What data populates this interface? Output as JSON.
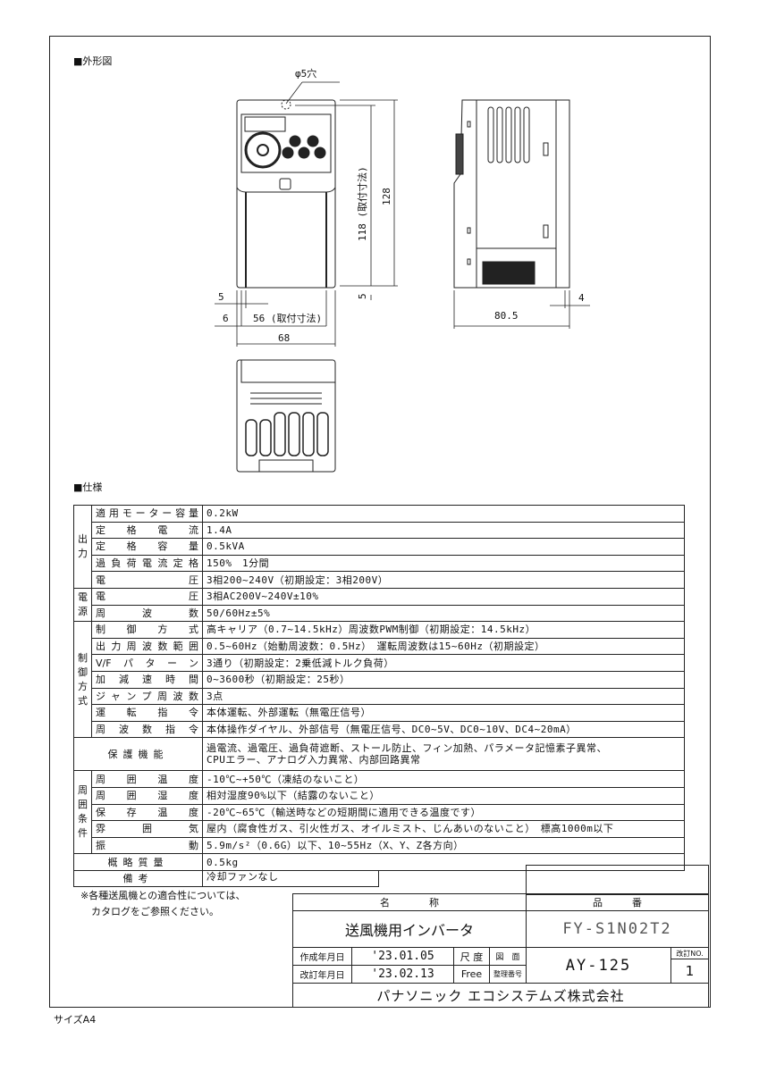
{
  "outline": {
    "heading": "■外形図",
    "hole_label": "φ5穴",
    "dims": {
      "d5_left": "5",
      "d6": "6",
      "d56": "56 (取付寸法)",
      "d68": "68",
      "d118": "118 (取付寸法)",
      "d128": "128",
      "d5_bottom": "5",
      "d80_5": "80.5",
      "d4": "4"
    }
  },
  "specs": {
    "heading": "■仕様",
    "groups": [
      {
        "label": "出力",
        "rows": [
          {
            "label": "適用モーター容量",
            "value": "0.2kW"
          },
          {
            "label": "定格電流",
            "value": "1.4A"
          },
          {
            "label": "定格容量",
            "value": "0.5kVA"
          },
          {
            "label": "過負荷電流定格",
            "value": "150%　1分間"
          },
          {
            "label": "電圧",
            "value": "3相200~240V（初期設定：3相200V）"
          }
        ]
      },
      {
        "label": "電源",
        "rows": [
          {
            "label": "電圧",
            "value": "3相AC200V~240V±10%"
          },
          {
            "label": "周波数",
            "value": "50/60Hz±5%"
          }
        ]
      },
      {
        "label": "制御方式",
        "rows": [
          {
            "label": "制御方式",
            "value": "高キャリア（0.7~14.5kHz）周波数PWM制御（初期設定：14.5kHz）"
          },
          {
            "label": "出力周波数範囲",
            "value": "0.5~60Hz（始動周波数：0.5Hz）　運転周波数は15~60Hz（初期設定）"
          },
          {
            "label": "V/Fパターン",
            "value": "3通り（初期設定：2乗低減トルク負荷）"
          },
          {
            "label": "加減速時間",
            "value": "0~3600秒（初期設定：25秒）"
          },
          {
            "label": "ジャンプ周波数",
            "value": "3点"
          },
          {
            "label": "運転指令",
            "value": "本体運転、外部運転（無電圧信号）"
          },
          {
            "label": "周波数指令",
            "value": "本体操作ダイヤル、外部信号（無電圧信号、DC0~5V、DC0~10V、DC4~20mA）"
          }
        ]
      },
      {
        "label": "保護機能",
        "value": "過電流、過電圧、過負荷遮断、ストール防止、フィン加熱、パラメータ記憶素子異常、\nCPUエラー、アナログ入力異常、内部回路異常"
      },
      {
        "label": "周囲条件",
        "rows": [
          {
            "label": "周囲温度",
            "value": "-10℃~+50℃（凍結のないこと）"
          },
          {
            "label": "周囲湿度",
            "value": "相対湿度90%以下（結露のないこと）"
          },
          {
            "label": "保存温度",
            "value": "-20℃~65℃（輸送時などの短期間に適用できる温度です）"
          },
          {
            "label": "雰囲気",
            "value": "屋内（腐食性ガス、引火性ガス、オイルミスト、じんあいのないこと）　標高1000m以下"
          },
          {
            "label": "振動",
            "value": "5.9m/s²（0.6G）以下、10~55Hz（X、Y、Z各方向）"
          }
        ]
      },
      {
        "label": "概略質量",
        "value": "0.5kg"
      },
      {
        "label": "備考",
        "value": "冷却ファンなし"
      }
    ]
  },
  "note": {
    "line1": "※各種送風機との適合性については、",
    "line2": "カタログをご参照ください。"
  },
  "title_block": {
    "name_header": "名　　　　称",
    "name": "送風機用インバータ",
    "part_header": "品　　　番",
    "part_number": "FY-S1N02T2",
    "created_label": "作成年月日",
    "created_date": "'23.01.05",
    "revised_label": "改訂年月日",
    "revised_date": "'23.02.13",
    "scale_label": "尺 度",
    "scale_value": "Free",
    "drawing_no_label1": "図　面",
    "drawing_no_label2": "整理番号",
    "drawing_no": "AY-125",
    "revision_label": "改訂NO.",
    "revision": "1",
    "company": "パナソニック エコシステムズ株式会社"
  },
  "paper_size": "サイズA4"
}
